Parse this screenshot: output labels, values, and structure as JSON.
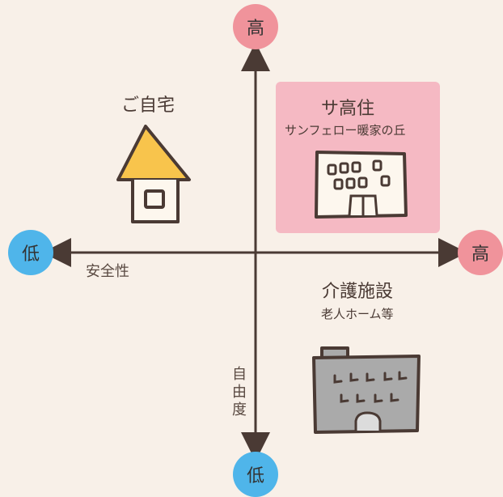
{
  "axes": {
    "y_top": "高",
    "y_bottom": "低",
    "x_left": "低",
    "x_right": "高",
    "x_label": "安全性",
    "y_label": "自由度"
  },
  "quadrants": {
    "top_left": {
      "title": "ご自宅"
    },
    "top_right": {
      "title": "サ高住",
      "subtitle": "サンフェロー暖家の丘"
    },
    "bottom_right": {
      "title": "介護施設",
      "subtitle": "老人ホーム等"
    }
  },
  "colors": {
    "background": "#f8f0e8",
    "high_circle": "#f0939b",
    "low_circle": "#4fb5ea",
    "highlight": "#f5b9c3",
    "axis": "#4a3a34",
    "house_roof": "#f8c44c",
    "facility": "#aaaaaa"
  },
  "icons": [
    "house-icon",
    "apartment-building-icon",
    "care-facility-building-icon"
  ]
}
